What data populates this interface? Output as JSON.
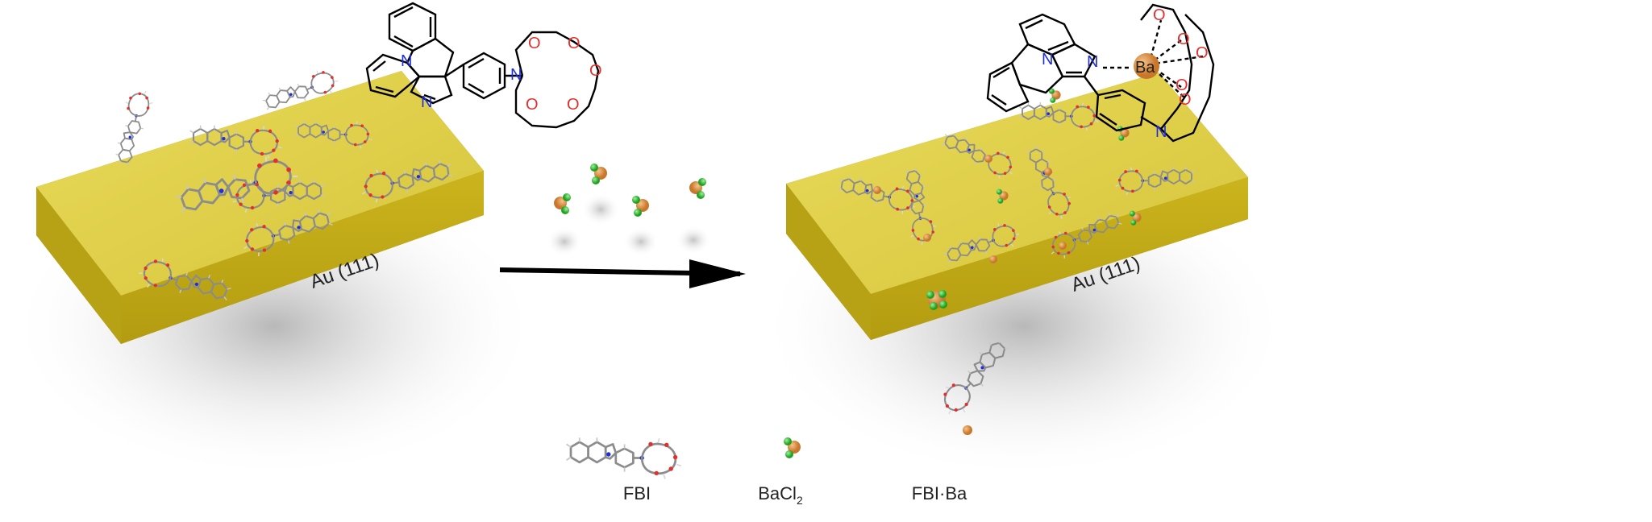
{
  "left_slab": {
    "label": "Au (111)"
  },
  "right_slab": {
    "label": "Au (111)"
  },
  "left_structure": {
    "n_label": "N",
    "n_label_2": "N",
    "o_label": "O"
  },
  "right_structure": {
    "n_label": "N",
    "n_label_2": "N",
    "o_label": "O",
    "metal_label": "Ba"
  },
  "legend": {
    "fbi_label": "FBI",
    "bacl2_base": "BaCl",
    "bacl2_sub": "2",
    "fbiba_label": "FBI·Ba"
  },
  "colors": {
    "gold_top": "#e2d24f",
    "gold_front": "#c3ac16",
    "gold_side": "#a08d0c",
    "barium": "#d98a3a",
    "chlorine": "#2fbf2f",
    "oxygen": "#e23030",
    "nitrogen": "#2030d8",
    "carbon": "#8c8c8c",
    "arrow": "#000000"
  },
  "icons": [
    "arrow-right-icon",
    "bacl2-molecule-icon",
    "fbi-molecule-icon",
    "fbi-ba-complex-icon"
  ]
}
